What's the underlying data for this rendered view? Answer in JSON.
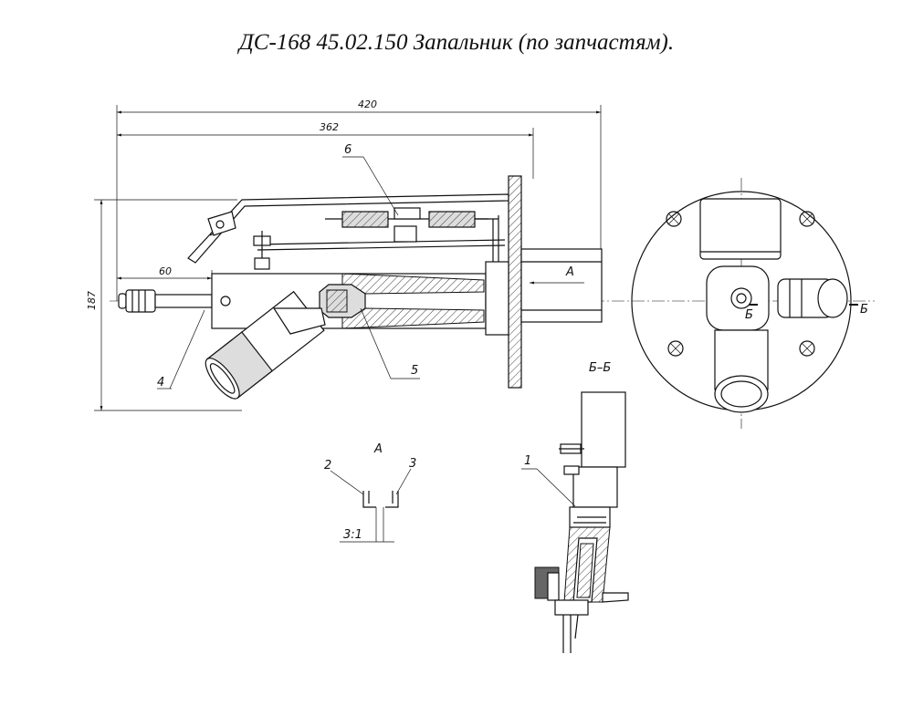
{
  "title": "ДС-168 45.02.150 Запальник (по запчастям).",
  "dimensions": {
    "d420": "420",
    "d362": "362",
    "d60": "60",
    "d187": "187"
  },
  "callouts": {
    "c1": "1",
    "c2": "2",
    "c3": "3",
    "c4": "4",
    "c5": "5",
    "c6": "6"
  },
  "views": {
    "view_a_arrow": "А",
    "view_a_title": "А",
    "view_a_scale": "3:1",
    "section_bb": "Б–Б",
    "section_b_left": "Б",
    "section_b_right": "Б"
  }
}
